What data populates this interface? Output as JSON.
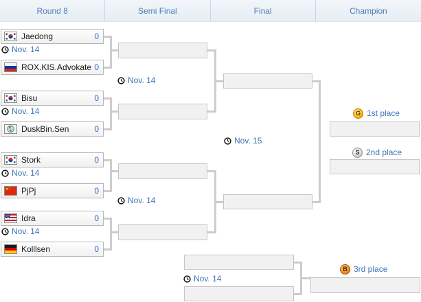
{
  "header": {
    "columns": [
      "Round 8",
      "Semi Final",
      "Final",
      "Champion"
    ]
  },
  "round8": {
    "matches": [
      {
        "date": "Nov. 14",
        "players": [
          {
            "name": "Jaedong",
            "flag": "South Korea",
            "score": "0"
          },
          {
            "name": "ROX.KIS.Advokate",
            "flag": "Russia",
            "score": "0"
          }
        ]
      },
      {
        "date": "Nov. 14",
        "players": [
          {
            "name": "Bisu",
            "flag": "South Korea",
            "score": "0"
          },
          {
            "name": "DuskBin.Sen",
            "flag": "World",
            "score": "0"
          }
        ]
      },
      {
        "date": "Nov. 14",
        "players": [
          {
            "name": "Stork",
            "flag": "South Korea",
            "score": "0"
          },
          {
            "name": "PjPj",
            "flag": "China",
            "score": "0"
          }
        ]
      },
      {
        "date": "Nov. 14",
        "players": [
          {
            "name": "Idra",
            "flag": "United States",
            "score": "0"
          },
          {
            "name": "Kolllsen",
            "flag": "Germany",
            "score": "0"
          }
        ]
      }
    ]
  },
  "semifinals": {
    "matches": [
      {
        "date": "Nov. 14"
      },
      {
        "date": "Nov. 14"
      }
    ]
  },
  "final": {
    "date": "Nov. 15"
  },
  "third_place_match": {
    "date": "Nov. 14"
  },
  "placements": {
    "first": {
      "medal": "G",
      "label": "1st place"
    },
    "second": {
      "medal": "S",
      "label": "2nd place"
    },
    "third": {
      "medal": "B",
      "label": "3rd place"
    }
  },
  "colors": {
    "accent_text": "#3e74b8",
    "score_text": "#2a6fc7",
    "header_background": "#e9eff6",
    "connector": "#cccccc",
    "empty_slot_fill": "#f1f1f1",
    "medal_gold": "#fdb913",
    "medal_silver": "#d8d8d8",
    "medal_bronze": "#f08f1e"
  }
}
